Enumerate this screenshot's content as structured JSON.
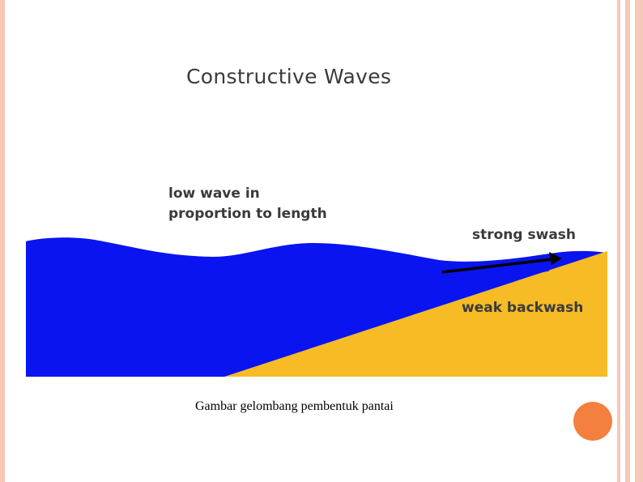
{
  "slide": {
    "title": "Constructive Waves",
    "caption": "Gambar gelombang pembentuk pantai"
  },
  "diagram": {
    "labels": {
      "wave_shape": [
        "low wave in",
        "proportion to length"
      ],
      "swash": "strong swash",
      "backwash": "weak backwash"
    }
  },
  "colors": {
    "water": "#0a14f0",
    "sand": "#f6bb25",
    "frame": "#f6c8b8",
    "accent_dot": "#f3803f",
    "arrow": "#000000"
  }
}
